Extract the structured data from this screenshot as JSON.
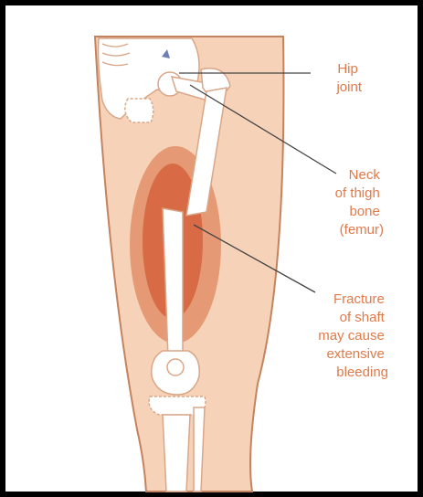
{
  "colors": {
    "frame": "#000000",
    "skin": "#f6d3b8",
    "outline": "#c4835f",
    "bleed_outer": "#e59a75",
    "bleed_inner": "#d86a45",
    "bone": "#ffffff",
    "bone_outline": "#d9a687",
    "leader_line": "#444444",
    "label_text": "#e07a4a"
  },
  "labels": {
    "hip_joint": [
      "Hip",
      "joint"
    ],
    "neck_of_femur": [
      "Neck",
      "of thigh",
      "bone",
      "(femur)"
    ],
    "fracture": [
      "Fracture",
      "of shaft",
      "may cause",
      "extensive",
      "bleeding"
    ]
  }
}
